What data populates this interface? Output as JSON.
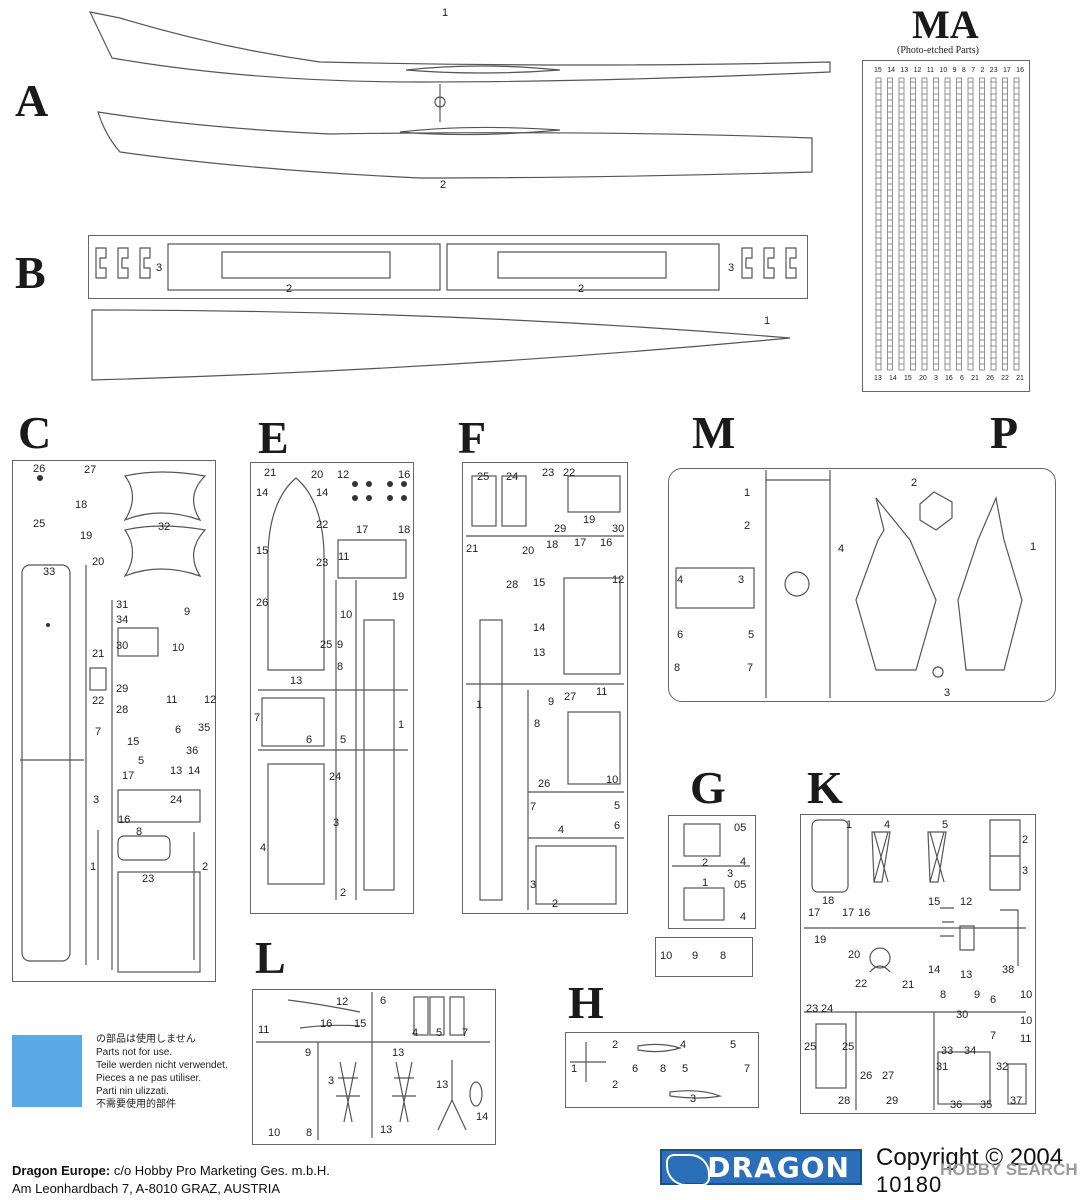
{
  "sprue_letters": {
    "A": "A",
    "B": "B",
    "C": "C",
    "E": "E",
    "F": "F",
    "M": "M",
    "P": "P",
    "G": "G",
    "K": "K",
    "L": "L",
    "H": "H",
    "MA": "MA"
  },
  "ma_subtitle": "(Photo-etched Parts)",
  "ma_top_numbers": [
    "15",
    "14",
    "13",
    "12",
    "11",
    "10",
    "9",
    "8",
    "7",
    "2",
    "23",
    "17",
    "16"
  ],
  "ma_bottom_numbers": [
    "13",
    "14",
    "15",
    "20",
    "3",
    "16",
    "6",
    "21",
    "26",
    "22",
    "21"
  ],
  "part_labels": {
    "a1": "1",
    "a2": "2",
    "b1": "1",
    "b2l": "2",
    "b2r": "2",
    "b3l": "3",
    "b3r": "3",
    "c26": "26",
    "c27": "27",
    "c18": "18",
    "c25": "25",
    "c19": "19",
    "c32": "32",
    "c33": "33",
    "c20": "20",
    "c31": "31",
    "c9": "9",
    "c34": "34",
    "c30": "30",
    "c21": "21",
    "c10": "10",
    "c22": "22",
    "c29": "29",
    "c28": "28",
    "c11": "11",
    "c12": "12",
    "c7": "7",
    "c15": "15",
    "c6": "6",
    "c35": "35",
    "c36": "36",
    "c5": "5",
    "c13": "13",
    "c14": "14",
    "c3": "3",
    "c17": "17",
    "c24": "24",
    "c16": "16",
    "c8": "8",
    "c1": "1",
    "c2": "2",
    "c23": "23",
    "e21": "21",
    "e20": "20",
    "e14a": "14",
    "e14b": "14",
    "e12": "12",
    "e16": "16",
    "e22": "22",
    "e17": "17",
    "e18": "18",
    "e15": "15",
    "e23": "23",
    "e11": "11",
    "e26": "26",
    "e19": "19",
    "e10": "10",
    "e9": "9",
    "e25": "25",
    "e8": "8",
    "e13": "13",
    "e1": "1",
    "e7": "7",
    "e6": "6",
    "e5": "5",
    "e24": "24",
    "e3": "3",
    "e4": "4",
    "e2": "2",
    "f25": "25",
    "f24": "24",
    "f23": "23",
    "f22": "22",
    "f19": "19",
    "f30": "30",
    "f29": "29",
    "f21": "21",
    "f20": "20",
    "f18": "18",
    "f17": "17",
    "f16": "16",
    "f28": "28",
    "f15": "15",
    "f12": "12",
    "f14": "14",
    "f13": "13",
    "f1": "1",
    "f9": "9",
    "f27": "27",
    "f11": "11",
    "f8": "8",
    "f26": "26",
    "f10": "10",
    "f7": "7",
    "f5": "5",
    "f4": "4",
    "f6": "6",
    "f3": "3",
    "f2": "2",
    "m1": "1",
    "m2": "2",
    "m4": "4",
    "m3": "3",
    "m6": "6",
    "m5": "5",
    "m8": "8",
    "m7": "7",
    "p2": "2",
    "p4": "4",
    "p1": "1",
    "p3": "3",
    "g05a": "05",
    "g2": "2",
    "g4a": "4",
    "g3": "3",
    "g1": "1",
    "g05b": "05",
    "g4b": "4",
    "g10": "10",
    "g9": "9",
    "g8": "8",
    "k1": "1",
    "k4": "4",
    "k5": "5",
    "k2": "2",
    "k3": "3",
    "k18": "18",
    "k17a": "17",
    "k17b": "17",
    "k16": "16",
    "k15": "15",
    "k12": "12",
    "k14": "14",
    "k13": "13",
    "k38": "38",
    "k19": "19",
    "k20": "20",
    "k21": "21",
    "k22": "22",
    "k23": "23",
    "k24": "24",
    "k8": "8",
    "k9": "9",
    "k6": "6",
    "k10a": "10",
    "k10b": "10",
    "k30": "30",
    "k7": "7",
    "k11": "11",
    "k33": "33",
    "k34": "34",
    "k25a": "25",
    "k25b": "25",
    "k26": "26",
    "k27": "27",
    "k28": "28",
    "k29": "29",
    "k31": "31",
    "k32": "32",
    "k36": "36",
    "k35": "35",
    "k37": "37",
    "l12": "12",
    "l11": "11",
    "l16": "16",
    "l15": "15",
    "l6": "6",
    "l4": "4",
    "l5": "5",
    "l7": "7",
    "l9": "9",
    "l3": "3",
    "l13a": "13",
    "l13b": "13",
    "l13c": "13",
    "l14": "14",
    "l10": "10",
    "l8": "8",
    "h2a": "2",
    "h4": "4",
    "h5a": "5",
    "h1": "1",
    "h6": "6",
    "h8": "8",
    "h5b": "5",
    "h7": "7",
    "h2b": "2",
    "h3": "3"
  },
  "legend": [
    "の部品は使用しません",
    "Parts not for use.",
    "Teile werden nicht verwendet.",
    "Pieces a ne pas utiliser.",
    "Parti nin ulizzati.",
    "不需要使用的部件"
  ],
  "footer": {
    "company_bold": "Dragon Europe:",
    "company_rest": " c/o Hobby Pro Marketing Ges. m.b.H.",
    "address": "Am Leonhardbach 7, A-8010 GRAZ, AUSTRIA"
  },
  "brand": "DRAGON",
  "copyright": "Copyright © 2004",
  "product_code": "10180",
  "watermark": "HOBBY SEARCH",
  "colors": {
    "highlight": "#5aa9e6",
    "line": "#555555",
    "brand": "#2a6fb7"
  }
}
